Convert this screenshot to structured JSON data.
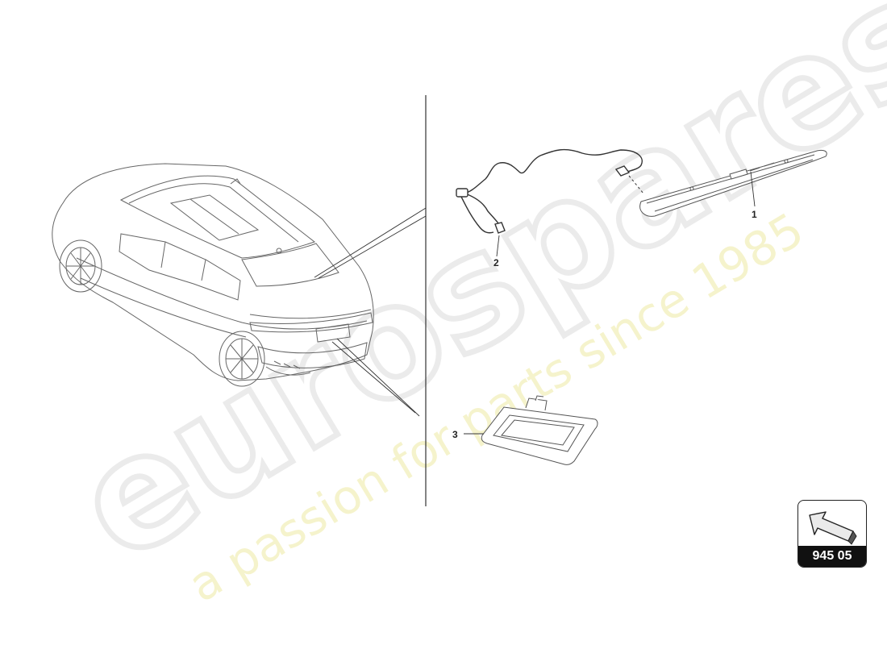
{
  "watermark": {
    "brand": "eurospares",
    "tagline": "a passion for parts since 1985"
  },
  "callouts": {
    "part1": "1",
    "part2": "2",
    "part3": "3"
  },
  "reference": {
    "code": "945 05",
    "icon": "arrow-pointing-up-left-icon"
  }
}
